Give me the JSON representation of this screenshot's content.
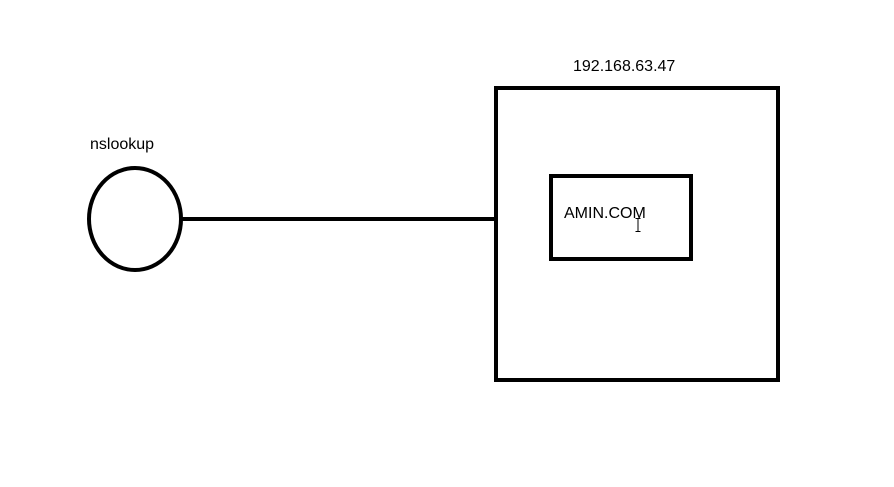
{
  "diagram": {
    "client_label": "nslookup",
    "server_label": "192.168.63.47",
    "domain_label": "AMIN.COM"
  },
  "colors": {
    "background": "#ffffff",
    "stroke": "#000000"
  },
  "cursor": {
    "icon": "text-ibeam-cursor-icon"
  }
}
